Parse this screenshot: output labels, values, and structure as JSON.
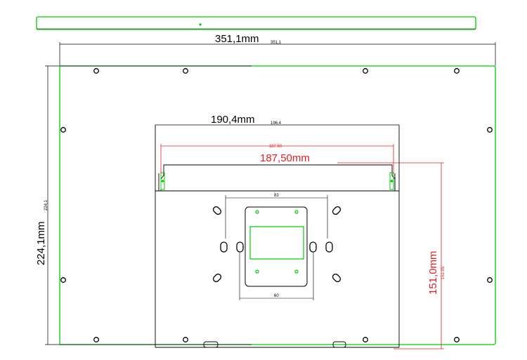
{
  "colors": {
    "outline": "#00cc00",
    "dimension": "#000000",
    "highlight": "#e02020",
    "background": "#ffffff"
  },
  "dimensions": {
    "panel_width": {
      "label": "351,1mm",
      "sub": "351,1"
    },
    "panel_height": {
      "label": "224,1mm",
      "sub": "224,1"
    },
    "bracket_width": {
      "label": "190,4mm",
      "sub": "196,4"
    },
    "hole_spacing_h": {
      "label": "187,50mm",
      "sub": "187.50"
    },
    "hole_spacing_v": {
      "label": "151,0mm",
      "sub": "151.05"
    },
    "vesa_top": {
      "sub": "83"
    },
    "vesa_bottom": {
      "sub": "60"
    }
  }
}
